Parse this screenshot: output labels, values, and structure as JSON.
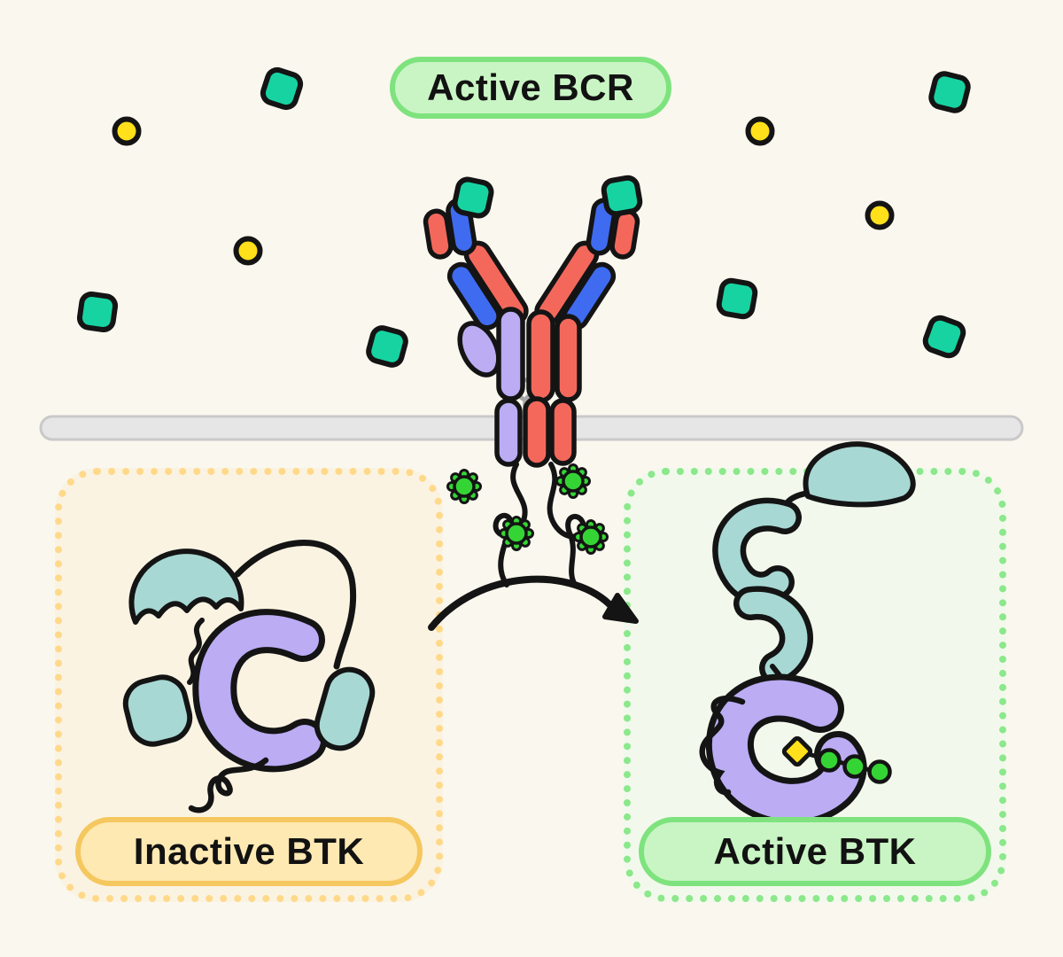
{
  "labels": {
    "active_bcr": "Active BCR",
    "inactive_btk": "Inactive BTK",
    "active_btk": "Active BTK"
  },
  "colors": {
    "background": "#FAF7EE",
    "membrane_fill": "#E6E6E6",
    "membrane_edge": "#C9C9C9",
    "antigen_teal": "#17D3A2",
    "ligand_yellow": "#FFE01A",
    "phosphate_green": "#35D435",
    "protein_teal": "#A7D8D4",
    "protein_purple": "#BBACF4",
    "antibody_red": "#F4685C",
    "antibody_blue": "#3E6BF0",
    "outline": "#141414",
    "label_text": "#121212",
    "active_badge_border": "#7EE37E",
    "active_badge_fill": "#C9F5C4",
    "active_dots": "#8BE88B",
    "active_box_fill": "#F2F9EC",
    "inactive_badge_border": "#F5C75F",
    "inactive_badge_fill": "#FFE9B3",
    "inactive_dots": "#FFD98A",
    "inactive_box_fill": "#FBF3E2"
  },
  "icons": {
    "antigen": "teal-rounded-square-icon",
    "ligand": "yellow-circle-icon",
    "phosphate": "green-starburst-icon",
    "bead": "green-bead-icon",
    "diamond": "yellow-diamond-icon",
    "transition": "curved-arrow-icon"
  },
  "counts": {
    "free_antigens": 6,
    "antibody_bound_antigens": 2,
    "yellow_ligands": 4,
    "phosphate_marks": 4,
    "green_beads": 3
  }
}
